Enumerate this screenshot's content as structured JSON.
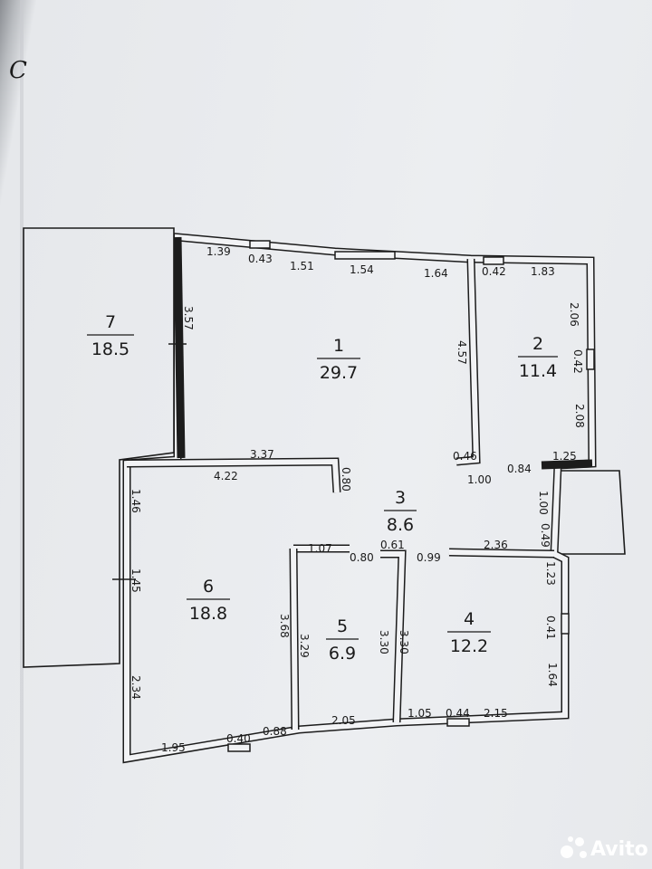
{
  "corner_letter": "С",
  "rooms": [
    {
      "num": "1",
      "area": "29.7"
    },
    {
      "num": "2",
      "area": "11.4"
    },
    {
      "num": "3",
      "area": "8.6"
    },
    {
      "num": "4",
      "area": "12.2"
    },
    {
      "num": "5",
      "area": "6.9"
    },
    {
      "num": "6",
      "area": "18.8"
    },
    {
      "num": "7",
      "area": "18.5"
    }
  ],
  "dimensions": {
    "top": [
      "1.39",
      "0.43",
      "1.51",
      "1.54",
      "1.64",
      "0.42",
      "1.83"
    ],
    "room1": [
      "3.57",
      "4.57",
      "3.37",
      "0.80",
      "0.46",
      "1.00",
      "0.84",
      "1.25"
    ],
    "room2": [
      "2.06",
      "0.42",
      "2.08"
    ],
    "room3": [
      "1.00",
      "0.49",
      "0.61",
      "0.99",
      "2.36",
      "1.07",
      "0.80"
    ],
    "room6": [
      "4.22",
      "1.46",
      "1.45",
      "2.34",
      "3.68",
      "1.95",
      "0.40",
      "0.88"
    ],
    "room5": [
      "3.29",
      "3.30",
      "2.05"
    ],
    "room4": [
      "3.30",
      "1.23",
      "0.41",
      "1.64",
      "1.05",
      "0.44",
      "2.15"
    ]
  },
  "watermark": "Avito"
}
